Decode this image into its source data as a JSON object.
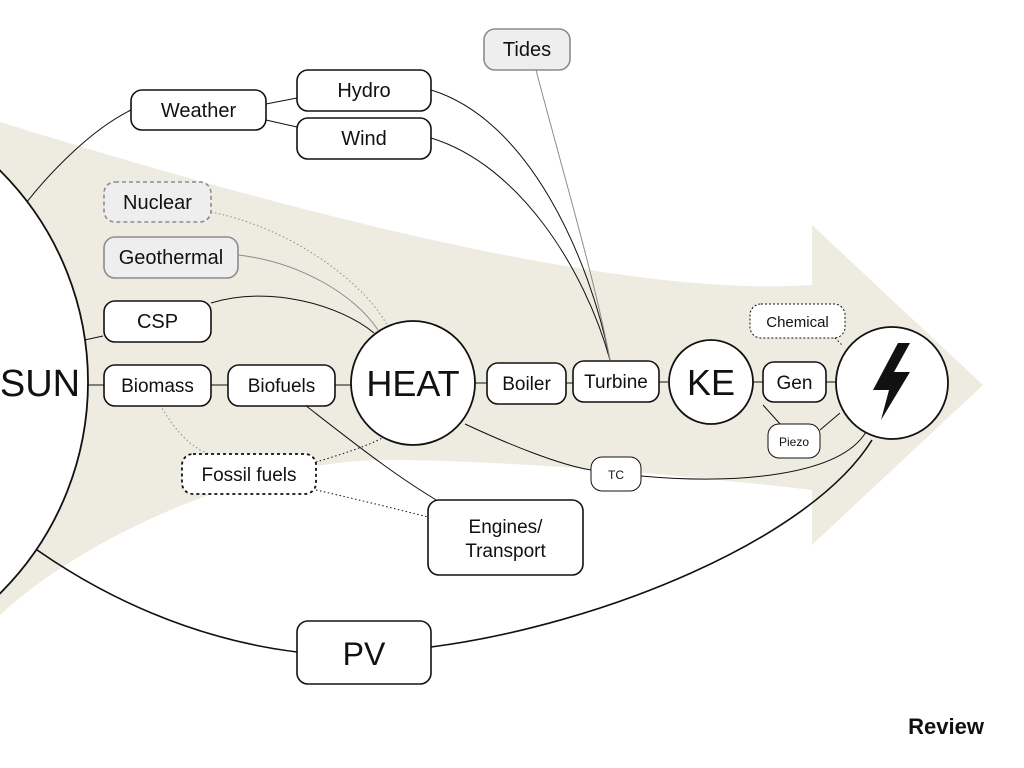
{
  "labels": {
    "sun": "SUN",
    "weather": "Weather",
    "hydro": "Hydro",
    "wind": "Wind",
    "tides": "Tides",
    "nuclear": "Nuclear",
    "geothermal": "Geothermal",
    "csp": "CSP",
    "biomass": "Biomass",
    "biofuels": "Biofuels",
    "heat": "HEAT",
    "boiler": "Boiler",
    "turbine": "Turbine",
    "ke": "KE",
    "gen": "Gen",
    "chemical": "Chemical",
    "piezo": "Piezo",
    "tc": "TC",
    "fossil_fuels": "Fossil fuels",
    "engines_line1": "Engines/",
    "engines_line2": "Transport",
    "pv": "PV"
  },
  "icons": {
    "electricity": "lightning-bolt-icon"
  },
  "footer": {
    "review": "Review"
  },
  "colors": {
    "arrow": "#eeebe0",
    "outline": "#111111",
    "inactive": "#8c8c8c",
    "inactive_fill": "#eeeeee"
  }
}
